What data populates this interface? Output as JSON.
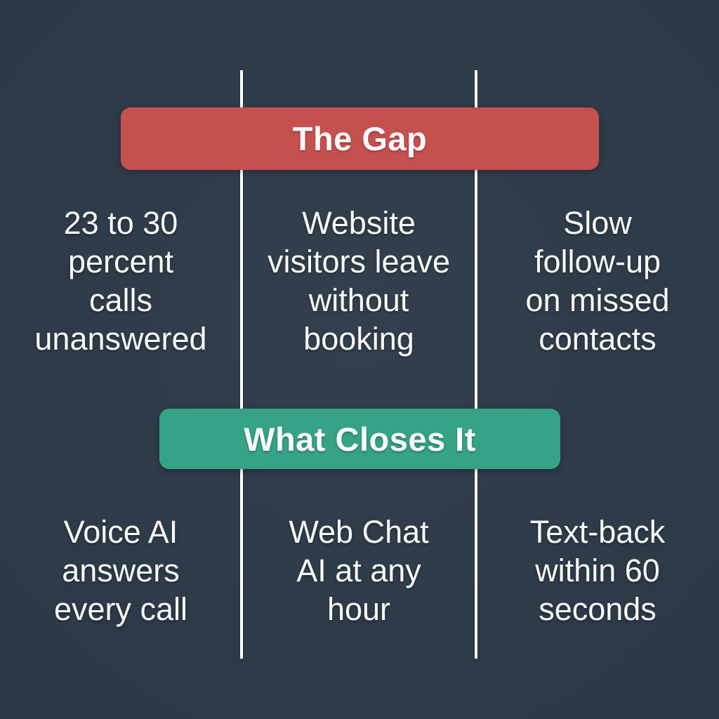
{
  "theme": {
    "background": "#2C3947",
    "background_edge": "#243140",
    "divider": "#FFFFFF",
    "text": "#F7F9FA",
    "gap_banner_bg": "#C5514F",
    "close_banner_bg": "#36A286"
  },
  "gap_section": {
    "banner_label": "The Gap",
    "items": [
      {
        "id": "calls-unanswered",
        "text": "23 to 30\npercent\ncalls\nunanswered"
      },
      {
        "id": "visitors-leave",
        "text": "Website\nvisitors leave\nwithout\nbooking"
      },
      {
        "id": "slow-follow-up",
        "text": "Slow\nfollow-up\non missed\ncontacts"
      }
    ]
  },
  "close_section": {
    "banner_label": "What Closes It",
    "items": [
      {
        "id": "voice-ai",
        "text": "Voice AI\nanswers\nevery call"
      },
      {
        "id": "web-chat-ai",
        "text": "Web Chat\nAI at any\nhour"
      },
      {
        "id": "text-back",
        "text": "Text-back\nwithin 60\nseconds"
      }
    ]
  }
}
